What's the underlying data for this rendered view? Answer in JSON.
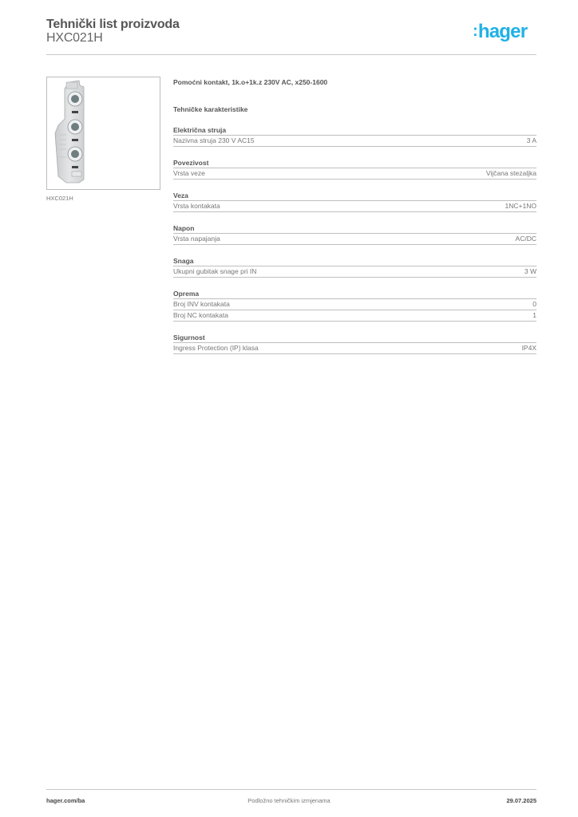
{
  "header": {
    "title": "Tehnički list proizvoda",
    "product_code": "HXC021H",
    "logo_text": "hager",
    "logo_color": "#1fb1e6"
  },
  "product": {
    "image_caption": "HXC021H",
    "description": "Pomoćni kontakt, 1k.o+1k.z 230V AC, x250-1600"
  },
  "specs": {
    "section_title": "Tehničke karakteristike",
    "groups": [
      {
        "title": "Električna struja",
        "rows": [
          {
            "label": "Nazivna struja 230 V AC15",
            "value": "3 A"
          }
        ]
      },
      {
        "title": "Povezivost",
        "rows": [
          {
            "label": "Vrsta veze",
            "value": "Vijčana stezaljka"
          }
        ]
      },
      {
        "title": "Veza",
        "rows": [
          {
            "label": "Vrsta kontakata",
            "value": "1NC+1NO"
          }
        ]
      },
      {
        "title": "Napon",
        "rows": [
          {
            "label": "Vrsta napajanja",
            "value": "AC/DC"
          }
        ]
      },
      {
        "title": "Snaga",
        "rows": [
          {
            "label": "Ukupni gubitak snage pri IN",
            "value": "3 W"
          }
        ]
      },
      {
        "title": "Oprema",
        "rows": [
          {
            "label": "Broj INV kontakata",
            "value": "0"
          },
          {
            "label": "Broj NC kontakata",
            "value": "1"
          }
        ]
      },
      {
        "title": "Sigurnost",
        "rows": [
          {
            "label": "Ingress Protection (IP) klasa",
            "value": "IP4X"
          }
        ]
      }
    ]
  },
  "footer": {
    "website": "hager.com/ba",
    "notice": "Podložno tehničkim izmjenama",
    "date": "29.07.2025"
  }
}
